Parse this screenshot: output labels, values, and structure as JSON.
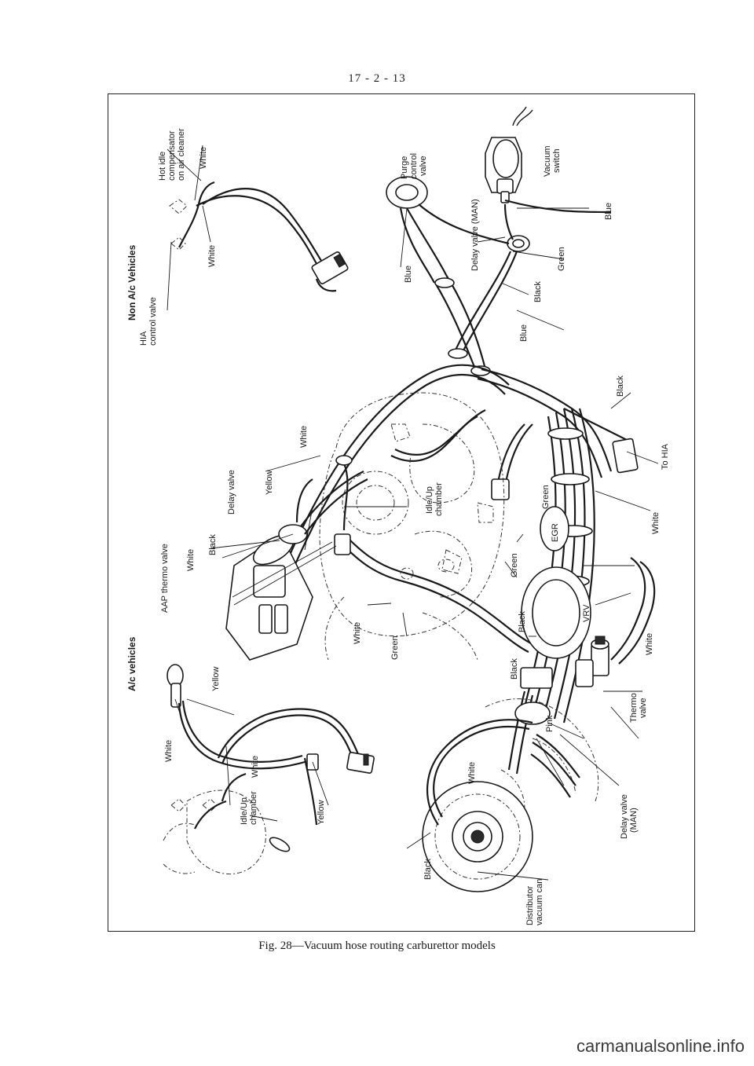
{
  "page_number": "17 - 2 - 13",
  "caption": "Fig. 28—Vacuum hose routing carburettor models",
  "watermark": "carmanualsonline.info",
  "diagram": {
    "section_ac": "A/c vehicles",
    "section_non_ac": "Non A/c Vehicles",
    "labels": {
      "hia_line1": "HIA",
      "hia_line2": "control valve",
      "hot_idle_line1": "Hot idle",
      "hot_idle_line2": "compensator",
      "hot_idle_line3": "on air cleaner",
      "purge_line1": "Purge",
      "purge_line2": "control",
      "purge_line3": "valve",
      "delay_valve_man_top": "Delay valve (MAN)",
      "vacuum_switch_line1": "Vacuum",
      "vacuum_switch_line2": "switch",
      "aap_thermo": "AAP thermo valve",
      "delay_valve": "Delay valve",
      "idle_up_chamber_line1": "Idle/Up",
      "idle_up_chamber_line2": "chamber",
      "egr": "EGR",
      "vrv": "VRV",
      "to_hia": "To HIA",
      "thermo_line1": "Thermo",
      "thermo_line2": "valve",
      "delay_valve_man_line1": "Delay valve",
      "delay_valve_man_line2": "(MAN)",
      "distributor_line1": "Distributor",
      "distributor_line2": "vacuum can",
      "ac_idle_up_line1": "Idle/Up",
      "ac_idle_up_line2": "chamber",
      "white": "White",
      "black": "Black",
      "yellow": "Yellow",
      "green": "Green",
      "blue": "Blue",
      "pink": "Pink"
    }
  }
}
